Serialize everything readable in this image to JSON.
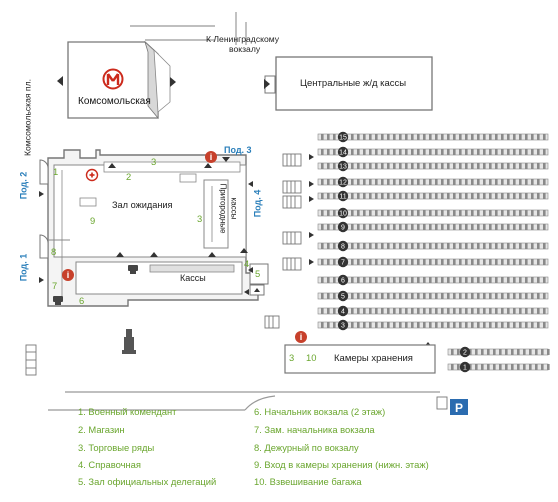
{
  "colors": {
    "wall": "#777777",
    "metro_red": "#cc2a1c",
    "info_red": "#c7402b",
    "entrance_blue": "#2b7fba",
    "legend_green": "#6aa62e",
    "track_fill": "#e6e6e6",
    "platform_circle": "#333333",
    "parking_blue": "#2b6cb0"
  },
  "map": {
    "metro_logo": "М",
    "metro_station": "Комсомольская",
    "to_leningradsky_line1": "К Ленинградскому",
    "to_leningradsky_line2": "вокзалу",
    "central_ticket_offices": "Центральные ж/д кассы",
    "square_name": "Комсомольская пл.",
    "waiting_hall": "Зал ожидания",
    "suburban_line1": "Пригородные",
    "suburban_line2": "кассы",
    "ticket_offices": "Кассы",
    "luggage_storage": "Камеры хранения",
    "parking_icon": "P",
    "info_icon": "i",
    "first_aid_icon": "+",
    "entrances": [
      "Под. 1",
      "Под. 2",
      "Под. 3",
      "Под. 4"
    ],
    "platforms": [
      "15",
      "14",
      "13",
      "12",
      "11",
      "10",
      "9",
      "8",
      "7",
      "6",
      "5",
      "4",
      "3",
      "2",
      "1"
    ],
    "markers": [
      "1",
      "2",
      "3",
      "3",
      "3",
      "4",
      "5",
      "6",
      "7",
      "8",
      "9",
      "10"
    ]
  },
  "legend": {
    "left": [
      "1. Военный комендант",
      "2. Магазин",
      "3. Торговые ряды",
      "4. Справочная",
      "5. Зал официальных делегаций"
    ],
    "right": [
      "6. Начальник вокзала (2 этаж)",
      "7. Зам. начальника вокзала",
      "8. Дежурный по вокзалу",
      "9. Вход в камеры хранения (нижн. этаж)",
      "10. Взвешивание багажа"
    ]
  }
}
